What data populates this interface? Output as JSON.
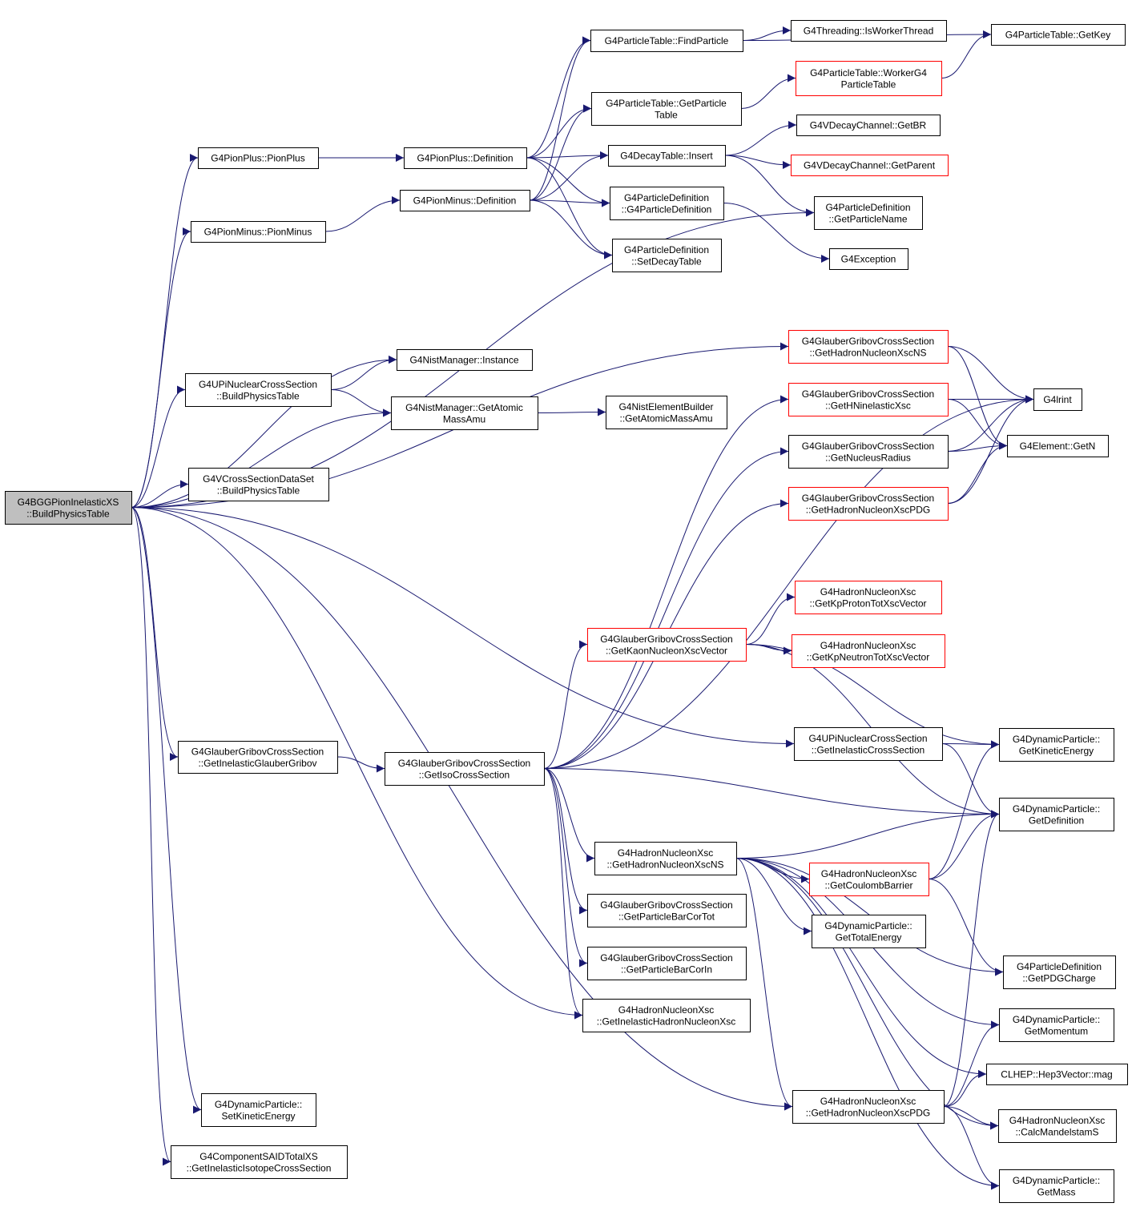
{
  "colors": {
    "edge": "#191970",
    "node_border": "#000000",
    "node_border_truncated": "#ff0000",
    "root_fill": "#bfbfbf",
    "node_fill": "#ffffff"
  },
  "graph": {
    "nodes": [
      {
        "id": "root",
        "lines": [
          "G4BGGPionInelasticXS",
          "::BuildPhysicsTable"
        ],
        "style": "root"
      },
      {
        "id": "pionplus_ctor",
        "lines": [
          "G4PionPlus::PionPlus"
        ],
        "style": "normal"
      },
      {
        "id": "pionminus_ctor",
        "lines": [
          "G4PionMinus::PionMinus"
        ],
        "style": "normal"
      },
      {
        "id": "pionplus_def",
        "lines": [
          "G4PionPlus::Definition"
        ],
        "style": "normal"
      },
      {
        "id": "pionminus_def",
        "lines": [
          "G4PionMinus::Definition"
        ],
        "style": "normal"
      },
      {
        "id": "findparticle",
        "lines": [
          "G4ParticleTable::FindParticle"
        ],
        "style": "normal"
      },
      {
        "id": "getparticletable",
        "lines": [
          "G4ParticleTable::GetParticle",
          "Table"
        ],
        "style": "normal"
      },
      {
        "id": "isworkerthread",
        "lines": [
          "G4Threading::IsWorkerThread"
        ],
        "style": "normal"
      },
      {
        "id": "getkey",
        "lines": [
          "G4ParticleTable::GetKey"
        ],
        "style": "normal"
      },
      {
        "id": "workerg4",
        "lines": [
          "G4ParticleTable::WorkerG4",
          "ParticleTable"
        ],
        "style": "truncated"
      },
      {
        "id": "decaytable_insert",
        "lines": [
          "G4DecayTable::Insert"
        ],
        "style": "normal"
      },
      {
        "id": "getbr",
        "lines": [
          "G4VDecayChannel::GetBR"
        ],
        "style": "normal"
      },
      {
        "id": "getparent",
        "lines": [
          "G4VDecayChannel::GetParent"
        ],
        "style": "truncated"
      },
      {
        "id": "pdef_ctor",
        "lines": [
          "G4ParticleDefinition",
          "::G4ParticleDefinition"
        ],
        "style": "normal"
      },
      {
        "id": "setdecaytable",
        "lines": [
          "G4ParticleDefinition",
          "::SetDecayTable"
        ],
        "style": "normal"
      },
      {
        "id": "getparticlename",
        "lines": [
          "G4ParticleDefinition",
          "::GetParticleName"
        ],
        "style": "normal"
      },
      {
        "id": "g4exception",
        "lines": [
          "G4Exception"
        ],
        "style": "normal"
      },
      {
        "id": "nist_instance",
        "lines": [
          "G4NistManager::Instance"
        ],
        "style": "normal"
      },
      {
        "id": "upi_build",
        "lines": [
          "G4UPiNuclearCrossSection",
          "::BuildPhysicsTable"
        ],
        "style": "normal"
      },
      {
        "id": "nist_atomic",
        "lines": [
          "G4NistManager::GetAtomic",
          "MassAmu"
        ],
        "style": "normal"
      },
      {
        "id": "nistelement_atomic",
        "lines": [
          "G4NistElementBuilder",
          "::GetAtomicMassAmu"
        ],
        "style": "normal"
      },
      {
        "id": "vcs_build",
        "lines": [
          "G4VCrossSectionDataSet",
          "::BuildPhysicsTable"
        ],
        "style": "normal"
      },
      {
        "id": "gg_hnxsns",
        "lines": [
          "G4GlauberGribovCrossSection",
          "::GetHadronNucleonXscNS"
        ],
        "style": "truncated"
      },
      {
        "id": "gg_hninel",
        "lines": [
          "G4GlauberGribovCrossSection",
          "::GetHNinelasticXsc"
        ],
        "style": "truncated"
      },
      {
        "id": "gg_nucrad",
        "lines": [
          "G4GlauberGribovCrossSection",
          "::GetNucleusRadius"
        ],
        "style": "normal"
      },
      {
        "id": "gg_hnxspdg",
        "lines": [
          "G4GlauberGribovCrossSection",
          "::GetHadronNucleonXscPDG"
        ],
        "style": "truncated"
      },
      {
        "id": "g4lrint",
        "lines": [
          "G4lrint"
        ],
        "style": "normal"
      },
      {
        "id": "element_getn",
        "lines": [
          "G4Element::GetN"
        ],
        "style": "normal"
      },
      {
        "id": "hn_kpproton",
        "lines": [
          "G4HadronNucleonXsc",
          "::GetKpProtonTotXscVector"
        ],
        "style": "truncated"
      },
      {
        "id": "gg_kaon",
        "lines": [
          "G4GlauberGribovCrossSection",
          "::GetKaonNucleonXscVector"
        ],
        "style": "truncated"
      },
      {
        "id": "hn_kpneutron",
        "lines": [
          "G4HadronNucleonXsc",
          "::GetKpNeutronTotXscVector"
        ],
        "style": "truncated"
      },
      {
        "id": "upi_inel",
        "lines": [
          "G4UPiNuclearCrossSection",
          "::GetInelasticCrossSection"
        ],
        "style": "normal"
      },
      {
        "id": "dyn_kinetic",
        "lines": [
          "G4DynamicParticle::",
          "GetKineticEnergy"
        ],
        "style": "normal"
      },
      {
        "id": "gg_inelgg",
        "lines": [
          "G4GlauberGribovCrossSection",
          "::GetInelasticGlauberGribov"
        ],
        "style": "normal"
      },
      {
        "id": "gg_iso",
        "lines": [
          "G4GlauberGribovCrossSection",
          "::GetIsoCrossSection"
        ],
        "style": "normal"
      },
      {
        "id": "dyn_def",
        "lines": [
          "G4DynamicParticle::",
          "GetDefinition"
        ],
        "style": "normal"
      },
      {
        "id": "hn_hnxscns",
        "lines": [
          "G4HadronNucleonXsc",
          "::GetHadronNucleonXscNS"
        ],
        "style": "normal"
      },
      {
        "id": "hn_coulomb",
        "lines": [
          "G4HadronNucleonXsc",
          "::GetCoulombBarrier"
        ],
        "style": "truncated"
      },
      {
        "id": "gg_barcortot",
        "lines": [
          "G4GlauberGribovCrossSection",
          "::GetParticleBarCorTot"
        ],
        "style": "normal"
      },
      {
        "id": "dyn_total",
        "lines": [
          "G4DynamicParticle::",
          "GetTotalEnergy"
        ],
        "style": "normal"
      },
      {
        "id": "gg_barcorin",
        "lines": [
          "G4GlauberGribovCrossSection",
          "::GetParticleBarCorIn"
        ],
        "style": "normal"
      },
      {
        "id": "pdef_pdgcharge",
        "lines": [
          "G4ParticleDefinition",
          "::GetPDGCharge"
        ],
        "style": "normal"
      },
      {
        "id": "hn_inelhn",
        "lines": [
          "G4HadronNucleonXsc",
          "::GetInelasticHadronNucleonXsc"
        ],
        "style": "normal"
      },
      {
        "id": "dyn_momentum",
        "lines": [
          "G4DynamicParticle::",
          "GetMomentum"
        ],
        "style": "normal"
      },
      {
        "id": "clhep_mag",
        "lines": [
          "CLHEP::Hep3Vector::mag"
        ],
        "style": "normal"
      },
      {
        "id": "dyn_setkin",
        "lines": [
          "G4DynamicParticle::",
          "SetKineticEnergy"
        ],
        "style": "normal"
      },
      {
        "id": "hn_hnxscpdg",
        "lines": [
          "G4HadronNucleonXsc",
          "::GetHadronNucleonXscPDG"
        ],
        "style": "normal"
      },
      {
        "id": "hn_mandelstam",
        "lines": [
          "G4HadronNucleonXsc",
          "::CalcMandelstamS"
        ],
        "style": "normal"
      },
      {
        "id": "said_iso",
        "lines": [
          "G4ComponentSAIDTotalXS",
          "::GetInelasticIsotopeCrossSection"
        ],
        "style": "normal"
      },
      {
        "id": "dyn_mass",
        "lines": [
          "G4DynamicParticle::",
          "GetMass"
        ],
        "style": "normal"
      }
    ],
    "edges": [
      {
        "from": "root",
        "to": "pionplus_ctor"
      },
      {
        "from": "root",
        "to": "pionminus_ctor"
      },
      {
        "from": "root",
        "to": "getparticlename"
      },
      {
        "from": "root",
        "to": "nist_instance"
      },
      {
        "from": "root",
        "to": "upi_build"
      },
      {
        "from": "root",
        "to": "nist_atomic"
      },
      {
        "from": "root",
        "to": "vcs_build"
      },
      {
        "from": "root",
        "to": "gg_hnxsns"
      },
      {
        "from": "root",
        "to": "upi_inel"
      },
      {
        "from": "root",
        "to": "gg_inelgg"
      },
      {
        "from": "root",
        "to": "hn_inelhn"
      },
      {
        "from": "root",
        "to": "hn_hnxscpdg"
      },
      {
        "from": "root",
        "to": "dyn_setkin"
      },
      {
        "from": "root",
        "to": "said_iso"
      },
      {
        "from": "pionplus_ctor",
        "to": "pionplus_def"
      },
      {
        "from": "pionminus_ctor",
        "to": "pionminus_def"
      },
      {
        "from": "pionplus_def",
        "to": "findparticle"
      },
      {
        "from": "pionplus_def",
        "to": "getparticletable"
      },
      {
        "from": "pionplus_def",
        "to": "decaytable_insert"
      },
      {
        "from": "pionplus_def",
        "to": "pdef_ctor"
      },
      {
        "from": "pionplus_def",
        "to": "setdecaytable"
      },
      {
        "from": "pionminus_def",
        "to": "findparticle"
      },
      {
        "from": "pionminus_def",
        "to": "getparticletable"
      },
      {
        "from": "pionminus_def",
        "to": "decaytable_insert"
      },
      {
        "from": "pionminus_def",
        "to": "pdef_ctor"
      },
      {
        "from": "pionminus_def",
        "to": "setdecaytable"
      },
      {
        "from": "findparticle",
        "to": "isworkerthread"
      },
      {
        "from": "findparticle",
        "to": "getkey"
      },
      {
        "from": "getparticletable",
        "to": "workerg4"
      },
      {
        "from": "workerg4",
        "to": "getkey"
      },
      {
        "from": "decaytable_insert",
        "to": "getbr"
      },
      {
        "from": "decaytable_insert",
        "to": "getparent"
      },
      {
        "from": "decaytable_insert",
        "to": "getparticlename"
      },
      {
        "from": "pdef_ctor",
        "to": "g4exception"
      },
      {
        "from": "upi_build",
        "to": "nist_instance"
      },
      {
        "from": "upi_build",
        "to": "nist_atomic"
      },
      {
        "from": "nist_atomic",
        "to": "nistelement_atomic"
      },
      {
        "from": "gg_hnxsns",
        "to": "g4lrint"
      },
      {
        "from": "gg_hnxsns",
        "to": "element_getn"
      },
      {
        "from": "gg_hninel",
        "to": "g4lrint"
      },
      {
        "from": "gg_hninel",
        "to": "element_getn"
      },
      {
        "from": "gg_nucrad",
        "to": "g4lrint"
      },
      {
        "from": "gg_nucrad",
        "to": "element_getn"
      },
      {
        "from": "gg_hnxspdg",
        "to": "g4lrint"
      },
      {
        "from": "gg_hnxspdg",
        "to": "element_getn"
      },
      {
        "from": "gg_kaon",
        "to": "hn_kpproton"
      },
      {
        "from": "gg_kaon",
        "to": "hn_kpneutron"
      },
      {
        "from": "gg_kaon",
        "to": "dyn_kinetic"
      },
      {
        "from": "gg_kaon",
        "to": "dyn_def"
      },
      {
        "from": "upi_inel",
        "to": "dyn_kinetic"
      },
      {
        "from": "upi_inel",
        "to": "dyn_def"
      },
      {
        "from": "gg_inelgg",
        "to": "gg_iso"
      },
      {
        "from": "gg_iso",
        "to": "g4lrint"
      },
      {
        "from": "gg_iso",
        "to": "gg_hninel"
      },
      {
        "from": "gg_iso",
        "to": "gg_nucrad"
      },
      {
        "from": "gg_iso",
        "to": "gg_hnxspdg"
      },
      {
        "from": "gg_iso",
        "to": "gg_kaon"
      },
      {
        "from": "gg_iso",
        "to": "dyn_def"
      },
      {
        "from": "gg_iso",
        "to": "hn_hnxscns"
      },
      {
        "from": "gg_iso",
        "to": "gg_barcortot"
      },
      {
        "from": "gg_iso",
        "to": "gg_barcorin"
      },
      {
        "from": "gg_iso",
        "to": "hn_inelhn"
      },
      {
        "from": "hn_hnxscns",
        "to": "dyn_def"
      },
      {
        "from": "hn_hnxscns",
        "to": "hn_coulomb"
      },
      {
        "from": "hn_hnxscns",
        "to": "dyn_total"
      },
      {
        "from": "hn_hnxscns",
        "to": "pdef_pdgcharge"
      },
      {
        "from": "hn_hnxscns",
        "to": "dyn_momentum"
      },
      {
        "from": "hn_hnxscns",
        "to": "clhep_mag"
      },
      {
        "from": "hn_hnxscns",
        "to": "hn_hnxscpdg"
      },
      {
        "from": "hn_hnxscns",
        "to": "hn_mandelstam"
      },
      {
        "from": "hn_hnxscns",
        "to": "dyn_mass"
      },
      {
        "from": "hn_coulomb",
        "to": "dyn_kinetic"
      },
      {
        "from": "hn_coulomb",
        "to": "dyn_def"
      },
      {
        "from": "hn_coulomb",
        "to": "pdef_pdgcharge"
      },
      {
        "from": "hn_hnxscpdg",
        "to": "dyn_def"
      },
      {
        "from": "hn_hnxscpdg",
        "to": "dyn_momentum"
      },
      {
        "from": "hn_hnxscpdg",
        "to": "clhep_mag"
      },
      {
        "from": "hn_hnxscpdg",
        "to": "hn_mandelstam"
      },
      {
        "from": "hn_hnxscpdg",
        "to": "dyn_mass"
      }
    ]
  }
}
